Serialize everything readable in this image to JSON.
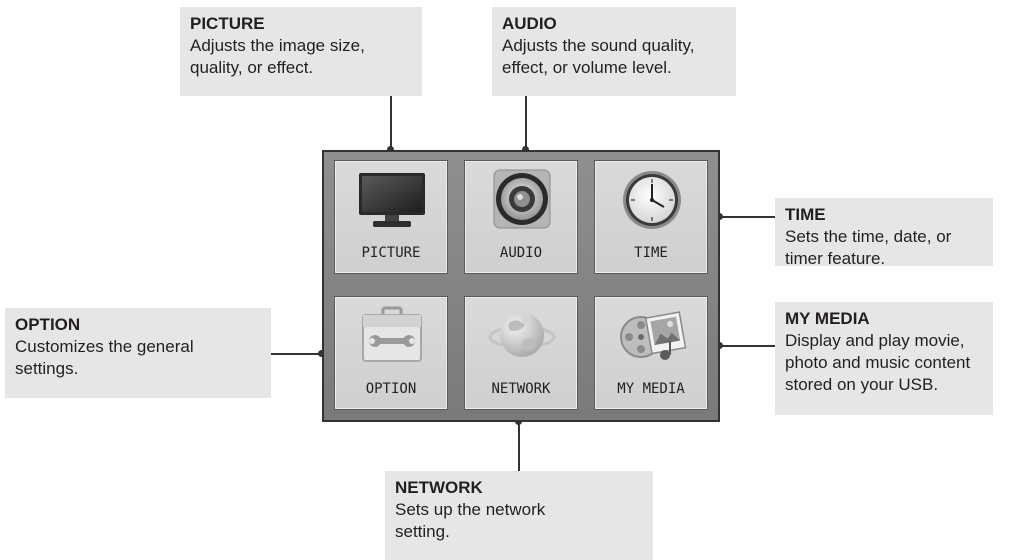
{
  "callouts": {
    "picture": {
      "title": "PICTURE",
      "desc1": "Adjusts the image size,",
      "desc2": "quality, or effect."
    },
    "audio": {
      "title": "AUDIO",
      "desc1": "Adjusts the sound quality,",
      "desc2": "effect, or volume level."
    },
    "time": {
      "title": "TIME",
      "desc1": "Sets the time, date, or",
      "desc2": "timer feature."
    },
    "option": {
      "title": "OPTION",
      "desc1": "Customizes the general",
      "desc2": "settings."
    },
    "mymedia": {
      "title": "MY MEDIA",
      "desc1": "Display and play movie,",
      "desc2": "photo and music content",
      "desc3": "stored on your USB."
    },
    "network": {
      "title": "NETWORK",
      "desc1": "Sets up the network",
      "desc2": "setting."
    }
  },
  "menu": {
    "tiles": [
      {
        "label": "PICTURE",
        "icon": "tv-icon"
      },
      {
        "label": "AUDIO",
        "icon": "speaker-icon"
      },
      {
        "label": "TIME",
        "icon": "clock-icon"
      },
      {
        "label": "OPTION",
        "icon": "toolbox-icon"
      },
      {
        "label": "NETWORK",
        "icon": "globe-icon"
      },
      {
        "label": "MY MEDIA",
        "icon": "media-icon"
      }
    ]
  }
}
